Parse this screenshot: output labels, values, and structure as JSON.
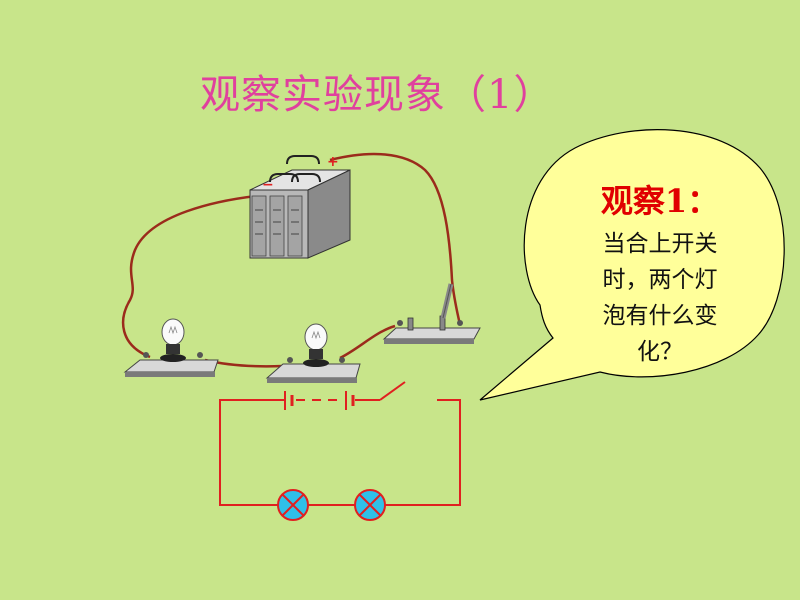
{
  "slide": {
    "title": "观察实验现象（1）",
    "background_color": "#c8e58a"
  },
  "bubble": {
    "heading": "观察1：",
    "body_lines": [
      "当合上开关",
      "时，两个灯",
      "泡有什么变",
      "化？"
    ],
    "fill_color": "#ffff9a"
  },
  "battery": {
    "minus_label": "−",
    "plus_label": "+"
  },
  "colors": {
    "wire": "#9b2b1c",
    "schematic": "#e02020",
    "lamp_fill": "#30c0e8",
    "pole_marks": "#e02020"
  },
  "icons": [
    "battery-pack-icon",
    "light-bulb-icon",
    "knife-switch-icon",
    "lamp-symbol-icon"
  ]
}
